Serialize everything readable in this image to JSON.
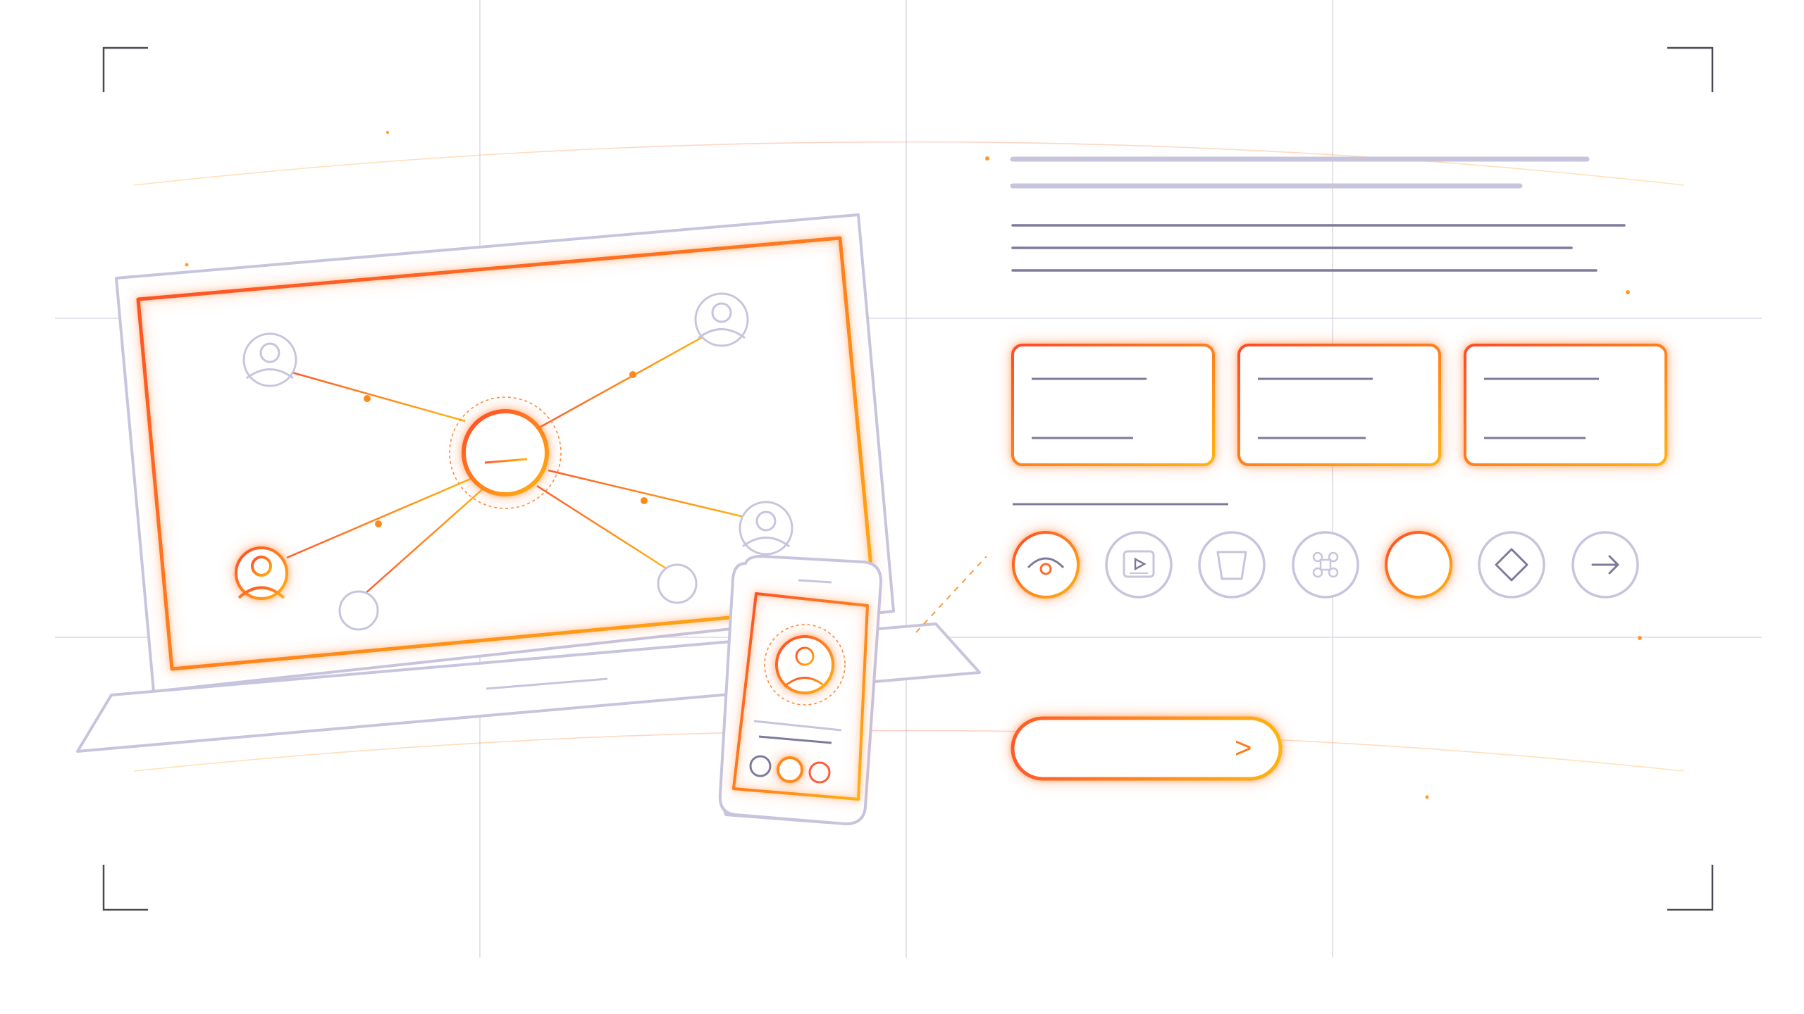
{
  "colors": {
    "background": "#ffffff",
    "grid_line": "#d9d7e3",
    "frame": "#c7c4dd",
    "text_line": "#7d7a9c",
    "heading_line": "#c7c4dd",
    "accent_start": "#ff5a2c",
    "accent_end": "#ffb30f",
    "corner_mark": "#4a4a52"
  },
  "laptop": {
    "network": {
      "hub_icon": "hub-icon",
      "user_icons": [
        "user-avatar-icon",
        "user-avatar-icon",
        "user-avatar-icon",
        "user-avatar-icon",
        "empty-node-icon",
        "empty-node-icon"
      ]
    }
  },
  "phone": {
    "avatar_icon": "user-avatar-icon",
    "dots": [
      "dot-gray",
      "dot-orange",
      "dot-red"
    ]
  },
  "cards": [
    {
      "name": "card-1",
      "highlighted": true
    },
    {
      "name": "card-2",
      "highlighted": true
    },
    {
      "name": "card-3",
      "highlighted": true
    }
  ],
  "icon_row": [
    {
      "icon": "eye-icon",
      "active": true
    },
    {
      "icon": "play-icon",
      "active": false
    },
    {
      "icon": "cup-icon",
      "active": false
    },
    {
      "icon": "command-icon",
      "active": false
    },
    {
      "icon": "circle-icon",
      "active": true
    },
    {
      "icon": "diamond-icon",
      "active": false
    },
    {
      "icon": "arrow-right-icon",
      "active": false
    }
  ],
  "cta_button": {
    "label": ">"
  }
}
